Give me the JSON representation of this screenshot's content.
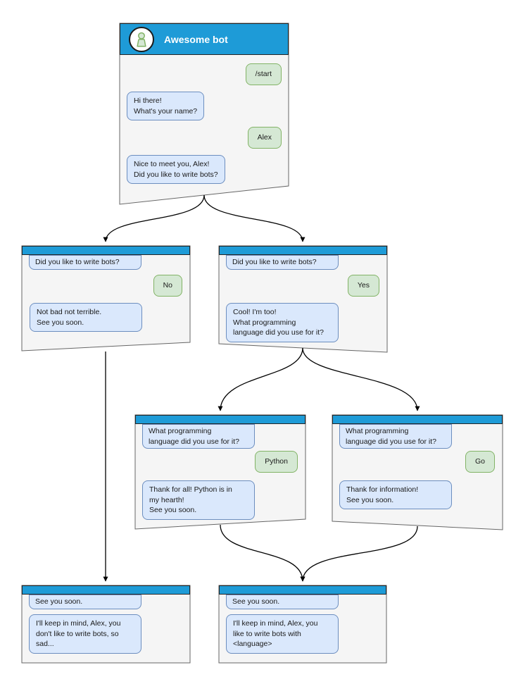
{
  "colors": {
    "header_blue": "#1E9BD7",
    "window_fill": "#F5F5F5",
    "window_border": "#666666",
    "bot_bubble_fill": "#DAE8FC",
    "bot_bubble_border": "#6C8EBF",
    "user_bubble_fill": "#D5E8D4",
    "user_bubble_border": "#82B366",
    "arrow": "#000000"
  },
  "main_window": {
    "title": "Awesome bot",
    "messages": {
      "start": "/start",
      "greeting": "Hi there!\nWhat's your name?",
      "name": "Alex",
      "nice": "Nice to meet you, Alex!\nDid you like to write bots?"
    }
  },
  "branch_no": {
    "question": "Did you like to write bots?",
    "answer": "No",
    "reply": "Not bad not terrible.\nSee you soon."
  },
  "branch_yes": {
    "question": "Did you like to write bots?",
    "answer": "Yes",
    "reply": "Cool! I'm too!\nWhat programming\nlanguage did you use for it?"
  },
  "branch_python": {
    "question": "What programming\nlanguage did you use for it?",
    "answer": "Python",
    "reply": "Thank for all! Python is in\nmy hearth!\nSee you soon."
  },
  "branch_go": {
    "question": "What programming\nlanguage did you use for it?",
    "answer": "Go",
    "reply": "Thank for information!\nSee you soon."
  },
  "end_no": {
    "question": "See you soon.",
    "reply": "I'll keep in mind, Alex, you\ndon't like to write bots, so\nsad..."
  },
  "end_yes": {
    "question": "See you soon.",
    "reply": "I'll keep in mind, Alex, you\nlike to write bots with\n<language>"
  }
}
